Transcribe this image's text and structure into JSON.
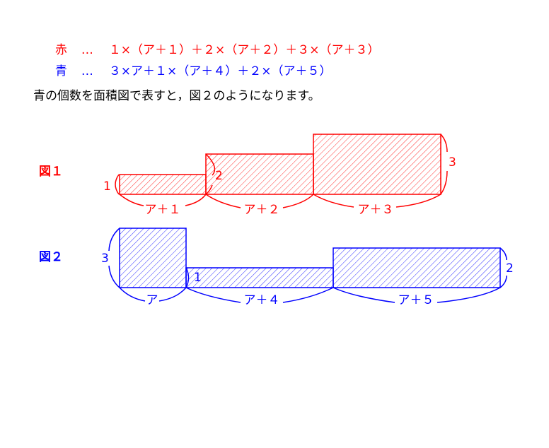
{
  "colors": {
    "red": "#ff0000",
    "blue": "#0000ff",
    "text": "#000000"
  },
  "equations": {
    "red": {
      "label": "赤",
      "dots": "…",
      "expr": "１×（ア＋１）＋２×（ア＋２）＋３×（ア＋３）"
    },
    "blue": {
      "label": "青",
      "dots": "…",
      "expr": "３×ア＋１×（ア＋４）＋２×（ア＋５）"
    }
  },
  "sentence": "青の個数を面積図で表すと，図２のようになります。",
  "figure1": {
    "title": "図１",
    "heights": [
      "1",
      "2",
      "3"
    ],
    "widths": [
      "ア＋１",
      "ア＋２",
      "ア＋３"
    ]
  },
  "figure2": {
    "title": "図２",
    "heights": [
      "3",
      "1",
      "2"
    ],
    "widths": [
      "ア",
      "ア＋４",
      "ア＋５"
    ]
  }
}
